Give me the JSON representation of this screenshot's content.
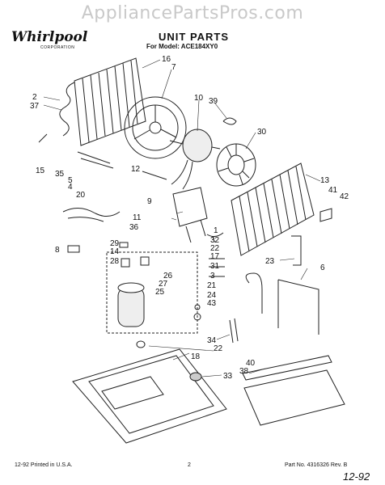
{
  "watermark": "AppliancePartsPros.com",
  "brand": "Whirlpool",
  "brand_sub": "CORPORATION",
  "title": "UNIT PARTS",
  "model_line": "For Model: ACE184XY0",
  "footer_left": "12-92 Printed in U.S.A.",
  "footer_page": "2",
  "footer_right": "Part No. 4316326 Rev. B",
  "handwritten": "12-92",
  "callouts": [
    "16",
    "7",
    "2",
    "37",
    "10",
    "39",
    "30",
    "15",
    "35",
    "5",
    "4",
    "12",
    "13",
    "41",
    "42",
    "20",
    "9",
    "11",
    "36",
    "1",
    "32",
    "22",
    "17",
    "31",
    "3",
    "23",
    "6",
    "8",
    "29",
    "14",
    "28",
    "26",
    "27",
    "25",
    "21",
    "24",
    "43",
    "34",
    "40",
    "38",
    "22",
    "18",
    "33"
  ]
}
